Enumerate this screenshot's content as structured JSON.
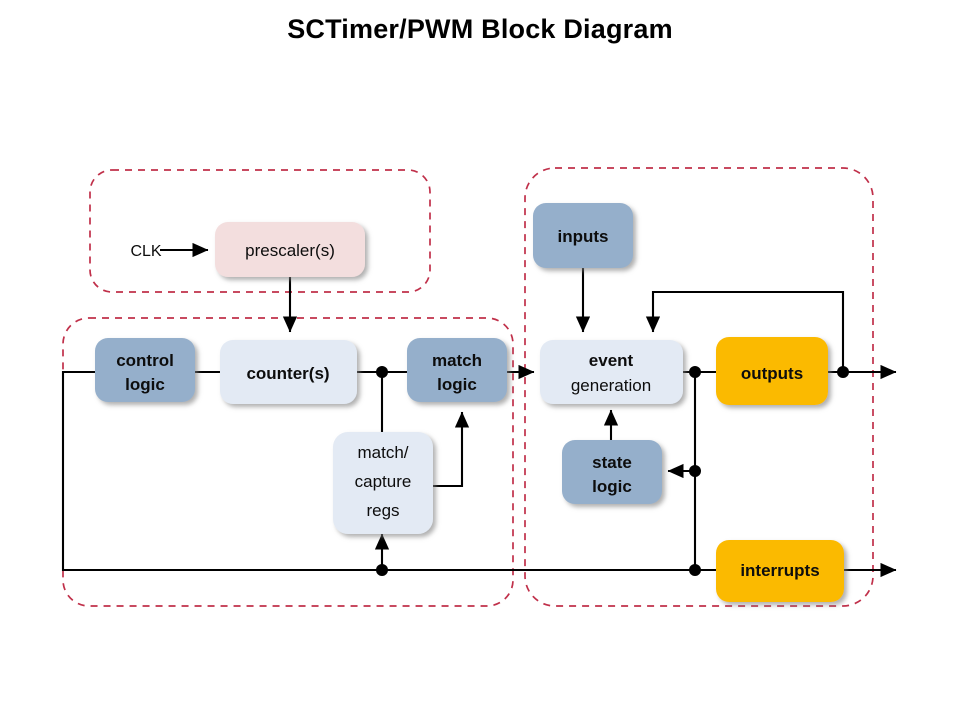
{
  "page": {
    "title": "SCTimer/PWM Block Diagram",
    "background": "#ffffff"
  },
  "colors": {
    "blue_gray": "#95AFCB",
    "light_blue": "#E3EAF4",
    "pale_pink": "#F3DEDE",
    "amber": "#FBBA06",
    "dashed_red": "#C0304A",
    "wire_black": "#000000",
    "text_black": "#0d0d0d"
  },
  "labels": {
    "clk": "CLK"
  },
  "blocks": {
    "prescaler": {
      "label": "prescaler(s)",
      "fill": "#F3DEDE",
      "bold": false
    },
    "control_logic": {
      "line1": "control",
      "line2": "logic",
      "fill": "#95AFCB",
      "bold": true
    },
    "counters": {
      "label": "counter(s)",
      "fill": "#E3EAF4",
      "bold": true
    },
    "match_logic": {
      "line1": "match",
      "line2": "logic",
      "fill": "#95AFCB",
      "bold": true
    },
    "match_capture_regs": {
      "line1": "match/",
      "line2": "capture",
      "line3": "regs",
      "fill": "#E3EAF4",
      "bold": false
    },
    "inputs": {
      "label": "inputs",
      "fill": "#95AFCB",
      "bold": true
    },
    "event_generation": {
      "line1": "event",
      "line2": "generation",
      "fill": "#E3EAF4",
      "bold_line1": true,
      "bold_line2": false
    },
    "state_logic": {
      "line1": "state",
      "line2": "logic",
      "fill": "#95AFCB",
      "bold": true
    },
    "outputs": {
      "label": "outputs",
      "fill": "#FBBA06",
      "bold": true
    },
    "interrupts": {
      "label": "interrupts",
      "fill": "#FBBA06",
      "bold": true
    }
  },
  "regions": [
    {
      "name": "clock-region",
      "stroke": "#C0304A"
    },
    {
      "name": "timer-core-region",
      "stroke": "#C0304A"
    },
    {
      "name": "event-region",
      "stroke": "#C0304A"
    }
  ]
}
